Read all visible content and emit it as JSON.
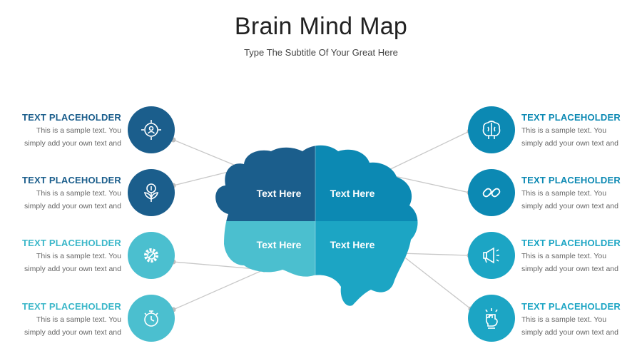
{
  "title": "Brain Mind Map",
  "subtitle": "Type The Subtitle Of Your Great Here",
  "colors": {
    "dark_blue": "#1b5e8c",
    "mid_blue": "#0c89b3",
    "teal": "#1ca5c4",
    "light_teal": "#4bbfcf",
    "connector": "#c8c8c8"
  },
  "lobes": [
    {
      "label": "Text Here"
    },
    {
      "label": "Text Here"
    },
    {
      "label": "Text Here"
    },
    {
      "label": "Text Here"
    }
  ],
  "left_items": [
    {
      "heading": "TEXT PLACEHOLDER",
      "line1": "This is a sample text. You",
      "line2": "simply add your own text and",
      "icon": "target-user-icon"
    },
    {
      "heading": "TEXT PLACEHOLDER",
      "line1": "This is a sample text. You",
      "line2": "simply add your own text and",
      "icon": "money-plant-icon"
    },
    {
      "heading": "TEXT PLACEHOLDER",
      "line1": "This is a sample text. You",
      "line2": "simply add your own text and",
      "icon": "gear-wrench-icon"
    },
    {
      "heading": "TEXT PLACEHOLDER",
      "line1": "This is a sample text. You",
      "line2": "simply add your own text and",
      "icon": "stopwatch-icon"
    }
  ],
  "right_items": [
    {
      "heading": "TEXT PLACEHOLDER",
      "line1": "This is a sample text. You",
      "line2": "simply add your own text and",
      "icon": "brain-icon"
    },
    {
      "heading": "TEXT PLACEHOLDER",
      "line1": "This is a sample text. You",
      "line2": "simply add your own text and",
      "icon": "link-icon"
    },
    {
      "heading": "TEXT PLACEHOLDER",
      "line1": "This is a sample text. You",
      "line2": "simply add your own text and",
      "icon": "megaphone-icon"
    },
    {
      "heading": "TEXT PLACEHOLDER",
      "line1": "This is a sample text. You",
      "line2": "simply add your own text and",
      "icon": "fist-icon"
    }
  ]
}
